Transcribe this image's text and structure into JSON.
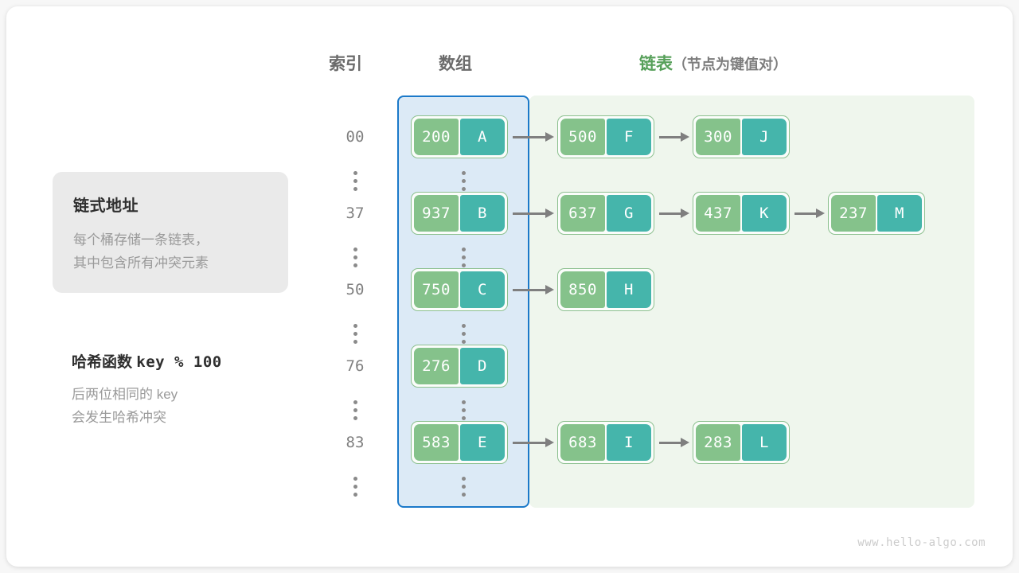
{
  "headers": {
    "index": "索引",
    "array": "数组",
    "list_main": "链表",
    "list_sub": "（节点为键值对）"
  },
  "info_card": {
    "title": "链式地址",
    "body": "每个桶存储一条链表，\n其中包含所有冲突元素"
  },
  "hash_note": {
    "title_label": "哈希函数",
    "title_formula": "key % 100",
    "body": "后两位相同的 key\n会发生哈希冲突"
  },
  "rows": [
    {
      "index": "00",
      "bucket": {
        "key": "200",
        "value": "A"
      },
      "chain": [
        {
          "key": "500",
          "value": "F"
        },
        {
          "key": "300",
          "value": "J"
        }
      ]
    },
    {
      "index": "37",
      "bucket": {
        "key": "937",
        "value": "B"
      },
      "chain": [
        {
          "key": "637",
          "value": "G"
        },
        {
          "key": "437",
          "value": "K"
        },
        {
          "key": "237",
          "value": "M"
        }
      ]
    },
    {
      "index": "50",
      "bucket": {
        "key": "750",
        "value": "C"
      },
      "chain": [
        {
          "key": "850",
          "value": "H"
        }
      ]
    },
    {
      "index": "76",
      "bucket": {
        "key": "276",
        "value": "D"
      },
      "chain": []
    },
    {
      "index": "83",
      "bucket": {
        "key": "583",
        "value": "E"
      },
      "chain": [
        {
          "key": "683",
          "value": "I"
        },
        {
          "key": "283",
          "value": "L"
        }
      ]
    }
  ],
  "ellipsis_symbol": "⋮",
  "watermark": "www.hello-algo.com",
  "colors": {
    "key_box": "#85c28b",
    "value_box": "#45b5ab",
    "array_region_border": "#1b79c9",
    "array_region_fill": "#dceaf6",
    "list_region_fill": "#eff6ed",
    "list_header_accent": "#57a05a",
    "arrow": "#7f7f7f",
    "muted_text": "#9a9a9a"
  }
}
